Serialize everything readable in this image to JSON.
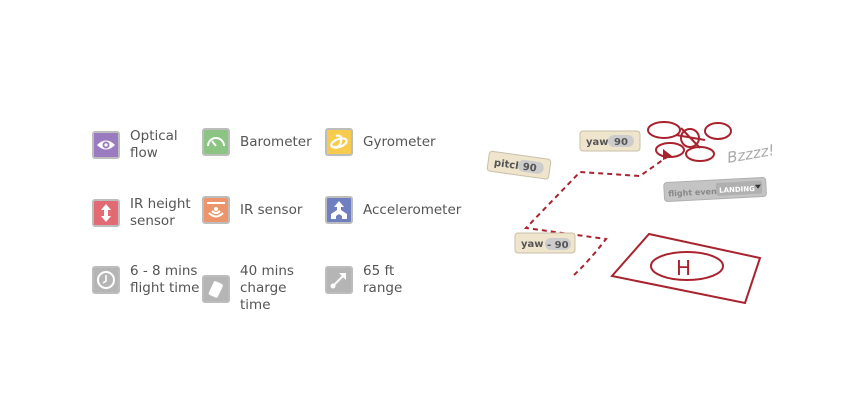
{
  "features": [
    {
      "lines": [
        "Optical",
        "flow"
      ],
      "icon": "eye-icon",
      "color": "#9b7bbf"
    },
    {
      "lines": [
        "Barometer"
      ],
      "icon": "gauge-icon",
      "color": "#8cc483"
    },
    {
      "lines": [
        "Gyrometer"
      ],
      "icon": "gyro-icon",
      "color": "#f7cc4e"
    },
    {
      "lines": [
        "IR height",
        "sensor"
      ],
      "icon": "up-down-arrow-icon",
      "color": "#e26a72"
    },
    {
      "lines": [
        "IR sensor"
      ],
      "icon": "ir-wave-icon",
      "color": "#ec956a"
    },
    {
      "lines": [
        "Accelerometer"
      ],
      "icon": "accelerometer-icon",
      "color": "#6f7fc0"
    },
    {
      "lines": [
        "6 - 8 mins",
        "flight time"
      ],
      "icon": "clock-icon",
      "color": "#b5b5b5"
    },
    {
      "lines": [
        "40 mins",
        "charge time"
      ],
      "icon": "battery-icon",
      "color": "#b5b5b5"
    },
    {
      "lines": [
        "65 ft",
        "range"
      ],
      "icon": "range-arrow-icon",
      "color": "#b5b5b5"
    }
  ],
  "illustration": {
    "blocks": [
      {
        "label": "yaw",
        "value": "90"
      },
      {
        "label": "pitch",
        "value": "90"
      },
      {
        "label": "flight event",
        "value": "LANDING"
      },
      {
        "label": "yaw",
        "value": "- 90"
      }
    ],
    "sound": "Bzzzz!",
    "helipad": "H",
    "accent": "#a8232e"
  }
}
